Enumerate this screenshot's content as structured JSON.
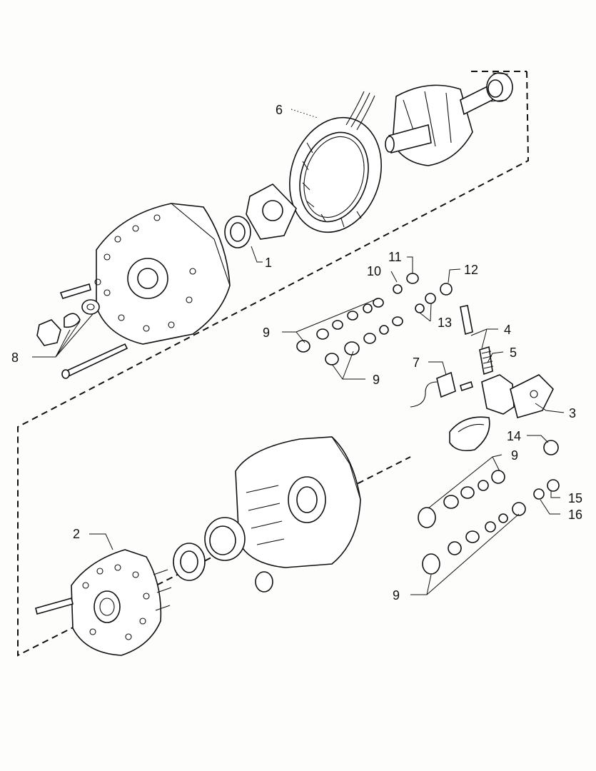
{
  "diagram": {
    "callouts": [
      {
        "id": "c1",
        "label": "1"
      },
      {
        "id": "c2",
        "label": "2"
      },
      {
        "id": "c3",
        "label": "3"
      },
      {
        "id": "c4",
        "label": "4"
      },
      {
        "id": "c5",
        "label": "5"
      },
      {
        "id": "c6",
        "label": "6"
      },
      {
        "id": "c7",
        "label": "7"
      },
      {
        "id": "c8",
        "label": "8"
      },
      {
        "id": "c9a",
        "label": "9"
      },
      {
        "id": "c9b",
        "label": "9"
      },
      {
        "id": "c9c",
        "label": "9"
      },
      {
        "id": "c9d",
        "label": "9"
      },
      {
        "id": "c10",
        "label": "10"
      },
      {
        "id": "c11",
        "label": "11"
      },
      {
        "id": "c12",
        "label": "12"
      },
      {
        "id": "c13",
        "label": "13"
      },
      {
        "id": "c14",
        "label": "14"
      },
      {
        "id": "c15",
        "label": "15"
      },
      {
        "id": "c16",
        "label": "16"
      }
    ]
  }
}
